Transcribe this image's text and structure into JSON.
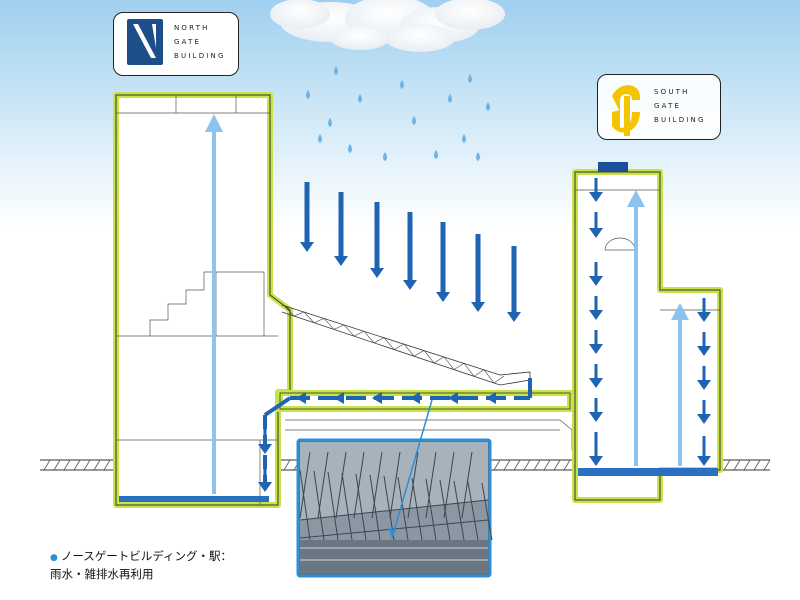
{
  "north_logo": {
    "line1": "NORTH",
    "line2": "GATE",
    "line3": "BUILDING"
  },
  "south_logo": {
    "line1": "SOUTH",
    "line2": "GATE",
    "line3": "BUILDING"
  },
  "caption": {
    "line1": "ノースゲートビルディング・駅：",
    "line2": "雨水・雑排水再利用"
  },
  "colors": {
    "sky_top": "#a9d5f0",
    "building_outline": "#c7e34a",
    "flow_arrow": "#1f63b3",
    "lift_arrow": "#8cc3ee",
    "north_logo_mark": "#1c4f8a",
    "south_logo_mark": "#f5c400"
  }
}
